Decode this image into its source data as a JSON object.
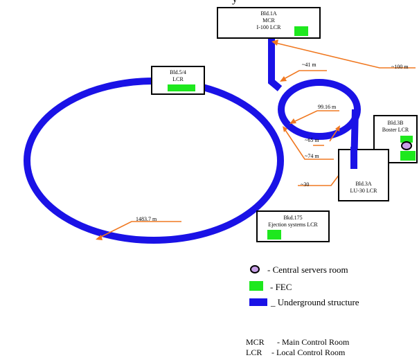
{
  "title_partial": "y",
  "buildings": {
    "mcr": {
      "line1": "Bld.1A",
      "line2": "MCR",
      "line3": "I-100 LCR"
    },
    "bld54": {
      "line1": "Bld.5/4",
      "line2": "LCR"
    },
    "bld3b": {
      "line1": "Bld.3B",
      "line2": "Boster LCR"
    },
    "bld3a": {
      "line1": "Bld.3A",
      "line2": "LU-30 LCR"
    },
    "bld175": {
      "line1": "Bkd.175",
      "line2": "Ejection systems LCR"
    }
  },
  "distances": {
    "d100": "~100 m",
    "d41": "~41 m",
    "d9916": "99.16 m",
    "d65": "~65 m",
    "d74": "~74 m",
    "d30": "~30",
    "d14837": "1483.7 m"
  },
  "legend": {
    "servers": "- Central servers room",
    "fec": "- FEC",
    "underground": "_ Underground structure"
  },
  "abbreviations": {
    "mcr_key": "MCR",
    "mcr_value": "- Main Control Room",
    "lcr_key": "LCR",
    "lcr_value": "- Local Control Room"
  },
  "colors": {
    "structure": "#1a12e6",
    "arrow": "#f07820",
    "fec": "#1ee81e",
    "server_fill": "#c8a0e8"
  }
}
